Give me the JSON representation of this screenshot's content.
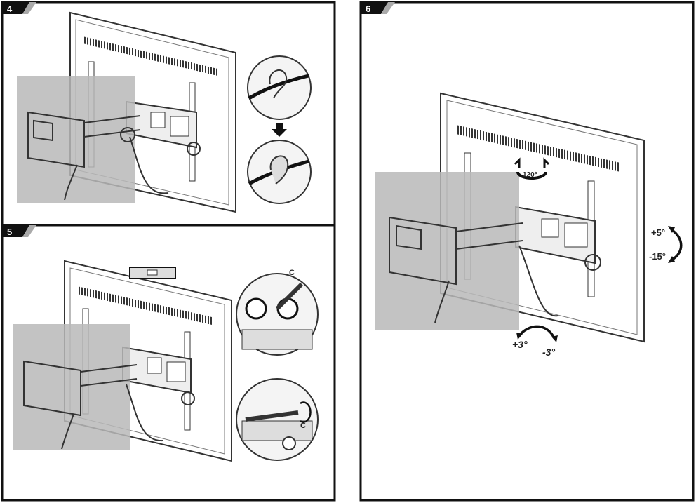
{
  "panels": [
    {
      "step": "4"
    },
    {
      "step": "5",
      "inset_labels": [
        "C",
        "C"
      ]
    },
    {
      "step": "6",
      "rotation": "120°",
      "tilt_up": "+5°",
      "tilt_down": "-15°",
      "level_plus": "+3°",
      "level_minus": "-3°"
    }
  ],
  "colors": {
    "border": "#111111",
    "wall": "#b8b8b8",
    "line": "#333333"
  }
}
